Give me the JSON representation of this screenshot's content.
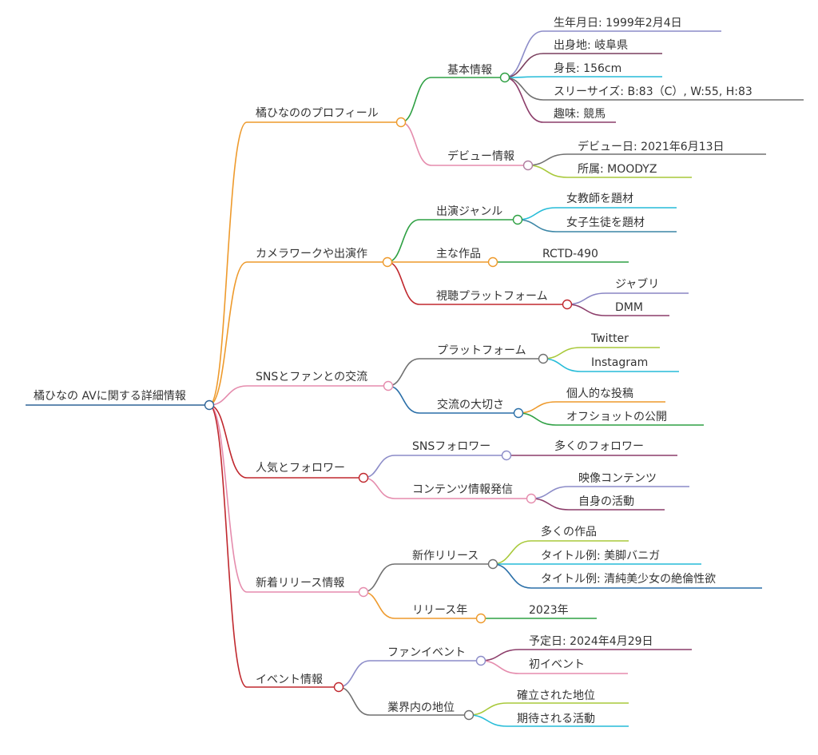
{
  "colors": {
    "navy": "#2f6497",
    "orange": "#ee9a2c",
    "pink": "#e58cad",
    "red": "#c0282e",
    "green": "#2ea043",
    "gray": "#707070",
    "purple": "#8c8cc8",
    "lavender": "#8a86c4",
    "maroon": "#7a3f5e",
    "cyan": "#26bcd8",
    "lime": "#a8c93a",
    "blue": "#2a6fa8",
    "teal": "#3b86a6",
    "plum": "#8c3d6a",
    "mauve": "#b07ea0"
  },
  "root": {
    "label": "橘ひなの AVに関する詳細情報",
    "children": [
      {
        "label": "橘ひなののプロフィール",
        "children": [
          {
            "label": "基本情報",
            "children": [
              {
                "label": "生年月日: 1999年2月4日"
              },
              {
                "label": "出身地: 岐阜県"
              },
              {
                "label": "身長: 156cm"
              },
              {
                "label": "スリーサイズ: B:83（C）, W:55, H:83"
              },
              {
                "label": "趣味: 競馬"
              }
            ]
          },
          {
            "label": "デビュー情報",
            "children": [
              {
                "label": "デビュー日: 2021年6月13日"
              },
              {
                "label": "所属: MOODYZ"
              }
            ]
          }
        ]
      },
      {
        "label": "カメラワークや出演作",
        "children": [
          {
            "label": "出演ジャンル",
            "children": [
              {
                "label": "女教師を題材"
              },
              {
                "label": "女子生徒を題材"
              }
            ]
          },
          {
            "label": "主な作品",
            "children": [
              {
                "label": "RCTD-490"
              }
            ]
          },
          {
            "label": "視聴プラットフォーム",
            "children": [
              {
                "label": "ジャブリ"
              },
              {
                "label": "DMM"
              }
            ]
          }
        ]
      },
      {
        "label": "SNSとファンとの交流",
        "children": [
          {
            "label": "プラットフォーム",
            "children": [
              {
                "label": "Twitter"
              },
              {
                "label": "Instagram"
              }
            ]
          },
          {
            "label": "交流の大切さ",
            "children": [
              {
                "label": "個人的な投稿"
              },
              {
                "label": "オフショットの公開"
              }
            ]
          }
        ]
      },
      {
        "label": "人気とフォロワー",
        "children": [
          {
            "label": "SNSフォロワー",
            "children": [
              {
                "label": "多くのフォロワー"
              }
            ]
          },
          {
            "label": "コンテンツ情報発信",
            "children": [
              {
                "label": "映像コンテンツ"
              },
              {
                "label": "自身の活動"
              }
            ]
          }
        ]
      },
      {
        "label": "新着リリース情報",
        "children": [
          {
            "label": "新作リリース",
            "children": [
              {
                "label": "多くの作品"
              },
              {
                "label": "タイトル例: 美脚バニガ"
              },
              {
                "label": "タイトル例: 清純美少女の絶倫性欲"
              }
            ]
          },
          {
            "label": "リリース年",
            "children": [
              {
                "label": "2023年"
              }
            ]
          }
        ]
      },
      {
        "label": "イベント情報",
        "children": [
          {
            "label": "ファンイベント",
            "children": [
              {
                "label": "予定日: 2024年4月29日"
              },
              {
                "label": "初イベント"
              }
            ]
          },
          {
            "label": "業界内の地位",
            "children": [
              {
                "label": "確立された地位"
              },
              {
                "label": "期待される活動"
              }
            ]
          }
        ]
      }
    ]
  }
}
